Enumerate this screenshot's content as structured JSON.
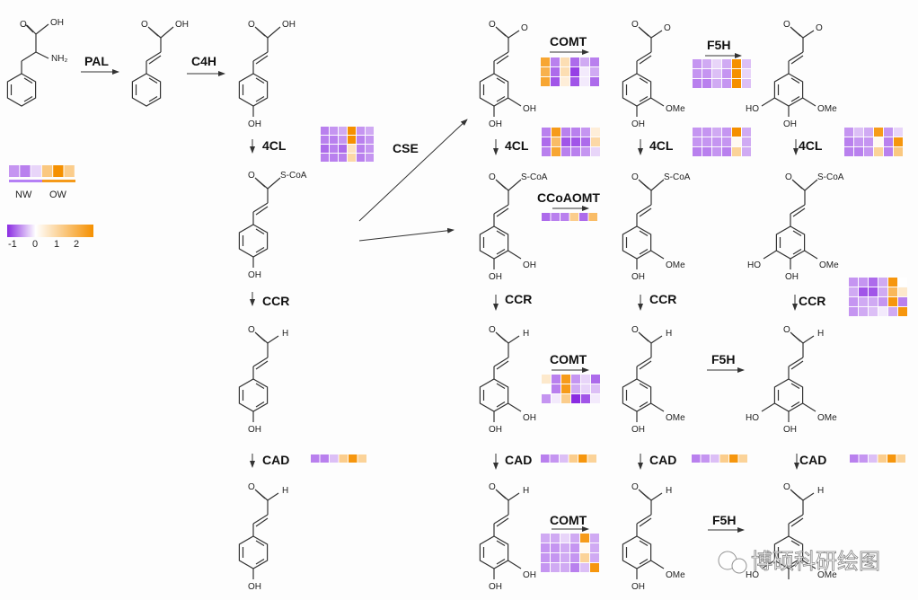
{
  "title": "Phenylpropanoid / monolignol biosynthesis pathway with expression heatmaps",
  "legend": {
    "groups": [
      {
        "label": "NW",
        "color": "#b580f5"
      },
      {
        "label": "OW",
        "color": "#f59a1a"
      }
    ],
    "sample_values": [
      -0.5,
      -0.6,
      -0.2,
      1.0,
      2.0,
      0.9
    ],
    "scale": {
      "min": -1,
      "max": 2,
      "ticks": [
        "-1",
        "0",
        "1",
        "2"
      ],
      "low_color": "#8a2be2",
      "mid_color": "#ffffff",
      "high_color": "#f59000"
    }
  },
  "enzymes": {
    "pal": "PAL",
    "c4h": "C4H",
    "cl4": "4CL",
    "cse": "CSE",
    "ccr": "CCR",
    "cad": "CAD",
    "comt": "COMT",
    "f5h": "F5H",
    "ccoaomt": "CCoAOMT"
  },
  "atoms": {
    "oh": "OH",
    "ho": "HO",
    "nh2": "NH₂",
    "o": "O",
    "h": "H",
    "scoa": "S-CoA",
    "ome": "OMe"
  },
  "heatmaps": [
    {
      "id": "4cl-left",
      "rows": [
        [
          -0.6,
          -0.5,
          -0.4,
          2.0,
          -0.5,
          -0.4
        ],
        [
          -0.6,
          -0.6,
          -0.5,
          2.0,
          -0.6,
          -0.5
        ],
        [
          -0.7,
          -0.6,
          -0.7,
          0.5,
          -0.6,
          -0.5
        ],
        [
          -0.6,
          -0.6,
          -0.6,
          0.7,
          -0.6,
          -0.5
        ]
      ]
    },
    {
      "id": "comt-acid",
      "rows": [
        [
          1.6,
          -0.6,
          0.6,
          -0.7,
          -0.4,
          -0.6
        ],
        [
          1.4,
          -0.7,
          0.6,
          -0.9,
          -0.1,
          -0.4
        ],
        [
          1.6,
          -0.8,
          0.3,
          -0.8,
          -0.1,
          -0.7
        ]
      ]
    },
    {
      "id": "f5h-acid",
      "rows": [
        [
          -0.5,
          -0.4,
          -0.2,
          -0.4,
          2.0,
          -0.3
        ],
        [
          -0.5,
          -0.5,
          -0.3,
          -0.5,
          2.0,
          -0.2
        ],
        [
          -0.6,
          -0.6,
          -0.4,
          -0.5,
          2.0,
          -0.3
        ]
      ]
    },
    {
      "id": "4cl-caffeic",
      "rows": [
        [
          -0.6,
          1.8,
          -0.6,
          -0.6,
          -0.5,
          0.3
        ],
        [
          -0.7,
          1.2,
          -0.8,
          -0.8,
          -0.7,
          0.7
        ],
        [
          -0.6,
          1.6,
          -0.6,
          -0.6,
          -0.5,
          -0.2
        ]
      ]
    },
    {
      "id": "4cl-ferulic",
      "rows": [
        [
          -0.5,
          -0.5,
          -0.4,
          -0.5,
          2.0,
          -0.4
        ],
        [
          -0.5,
          -0.5,
          -0.5,
          -0.5,
          0.1,
          -0.4
        ],
        [
          -0.6,
          -0.6,
          -0.5,
          -0.6,
          0.8,
          -0.4
        ]
      ]
    },
    {
      "id": "4cl-sinapic",
      "rows": [
        [
          -0.5,
          -0.3,
          -0.4,
          1.8,
          -0.5,
          -0.2
        ],
        [
          -0.6,
          -0.5,
          -0.5,
          0.1,
          -0.6,
          1.9
        ],
        [
          -0.6,
          -0.6,
          -0.5,
          0.8,
          -0.6,
          1.0
        ]
      ]
    },
    {
      "id": "ccoaomt",
      "rows": [
        [
          -0.7,
          -0.6,
          -0.6,
          0.9,
          -0.7,
          1.2
        ]
      ]
    },
    {
      "id": "ccr-right",
      "rows": [
        [
          -0.5,
          -0.5,
          -0.7,
          -0.4,
          1.9,
          0.0
        ],
        [
          -0.4,
          -0.8,
          -0.8,
          -0.4,
          1.3,
          0.4
        ],
        [
          -0.5,
          -0.4,
          -0.4,
          -0.5,
          1.9,
          -0.6
        ],
        [
          -0.5,
          -0.4,
          -0.3,
          -0.1,
          -0.4,
          1.9
        ]
      ]
    },
    {
      "id": "comt-aldehyde",
      "rows": [
        [
          0.4,
          -0.6,
          1.8,
          -0.5,
          -0.2,
          -0.7
        ],
        [
          0.0,
          -0.6,
          1.8,
          -0.4,
          -0.2,
          -0.3
        ],
        [
          -0.5,
          -0.1,
          0.9,
          -1.0,
          -0.8,
          -0.1
        ]
      ]
    },
    {
      "id": "cad-left",
      "rows": [
        [
          -0.6,
          -0.6,
          -0.3,
          0.9,
          1.9,
          0.8
        ]
      ]
    },
    {
      "id": "cad-caffeyl",
      "rows": [
        [
          -0.6,
          -0.5,
          -0.3,
          0.9,
          1.9,
          0.8
        ]
      ]
    },
    {
      "id": "cad-coniferyl",
      "rows": [
        [
          -0.6,
          -0.5,
          -0.3,
          0.9,
          1.9,
          0.8
        ]
      ]
    },
    {
      "id": "cad-sinapyl",
      "rows": [
        [
          -0.6,
          -0.5,
          -0.3,
          0.9,
          1.9,
          0.8
        ]
      ]
    },
    {
      "id": "comt-bottom",
      "rows": [
        [
          -0.4,
          -0.4,
          -0.2,
          -0.4,
          1.8,
          -0.4
        ],
        [
          -0.5,
          -0.5,
          -0.4,
          -0.5,
          0.1,
          -0.4
        ],
        [
          -0.5,
          -0.5,
          -0.4,
          -0.5,
          0.8,
          -0.4
        ],
        [
          -0.5,
          -0.4,
          -0.4,
          -0.6,
          -0.3,
          1.9
        ]
      ]
    }
  ],
  "watermark": "博硕科研绘图"
}
